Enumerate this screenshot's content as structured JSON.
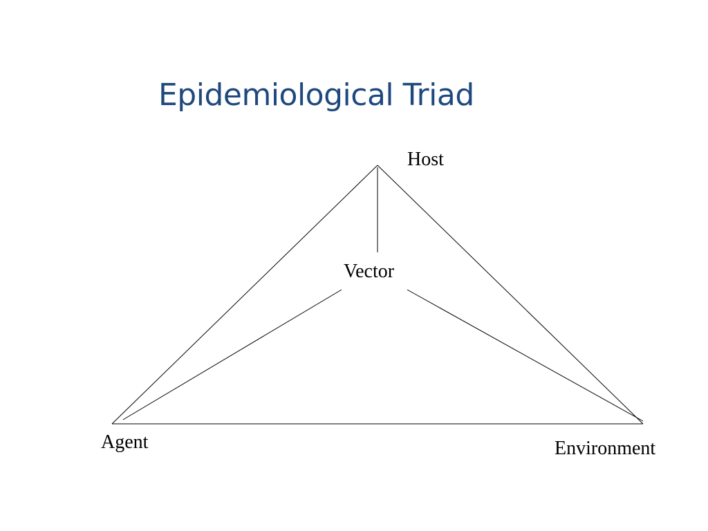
{
  "slide": {
    "title": "Epidemiological Triad"
  },
  "diagram": {
    "nodes": {
      "host": "Host",
      "vector": "Vector",
      "agent": "Agent",
      "environment": "Environment"
    }
  },
  "colors": {
    "title": "#1f497d",
    "lines": "#000000",
    "background": "#ffffff"
  }
}
